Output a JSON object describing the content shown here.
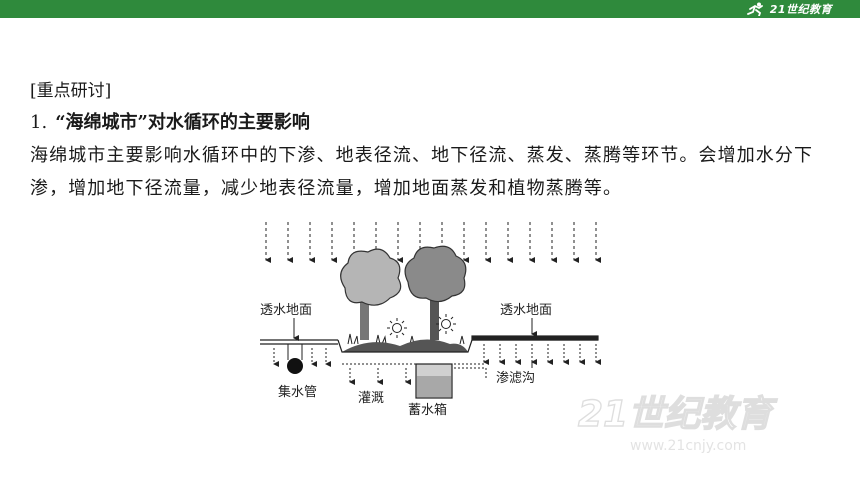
{
  "header": {
    "logo_text": "21世纪教育",
    "brand_color": "#2f8a3c"
  },
  "content": {
    "section_label": "[重点研讨]",
    "heading_number": "1.",
    "heading_text": "“海绵城市”对水循环的主要影响",
    "paragraph": "海绵城市主要影响水循环中的下渗、地表径流、地下径流、蒸发、蒸腾等环节。会增加水分下渗，增加地下径流量，减少地表径流量，增加地面蒸发和植物蒸腾等。"
  },
  "diagram": {
    "label_permeable_left": "透水地面",
    "label_permeable_right": "透水地面",
    "label_collector_pipe": "集水管",
    "label_irrigation": "灌溉",
    "label_storage_tank": "蓄水箱",
    "label_infiltration_ditch": "渗滤沟"
  },
  "watermark": {
    "text": "21世纪教育",
    "sub": "www.21cnjy.com"
  }
}
